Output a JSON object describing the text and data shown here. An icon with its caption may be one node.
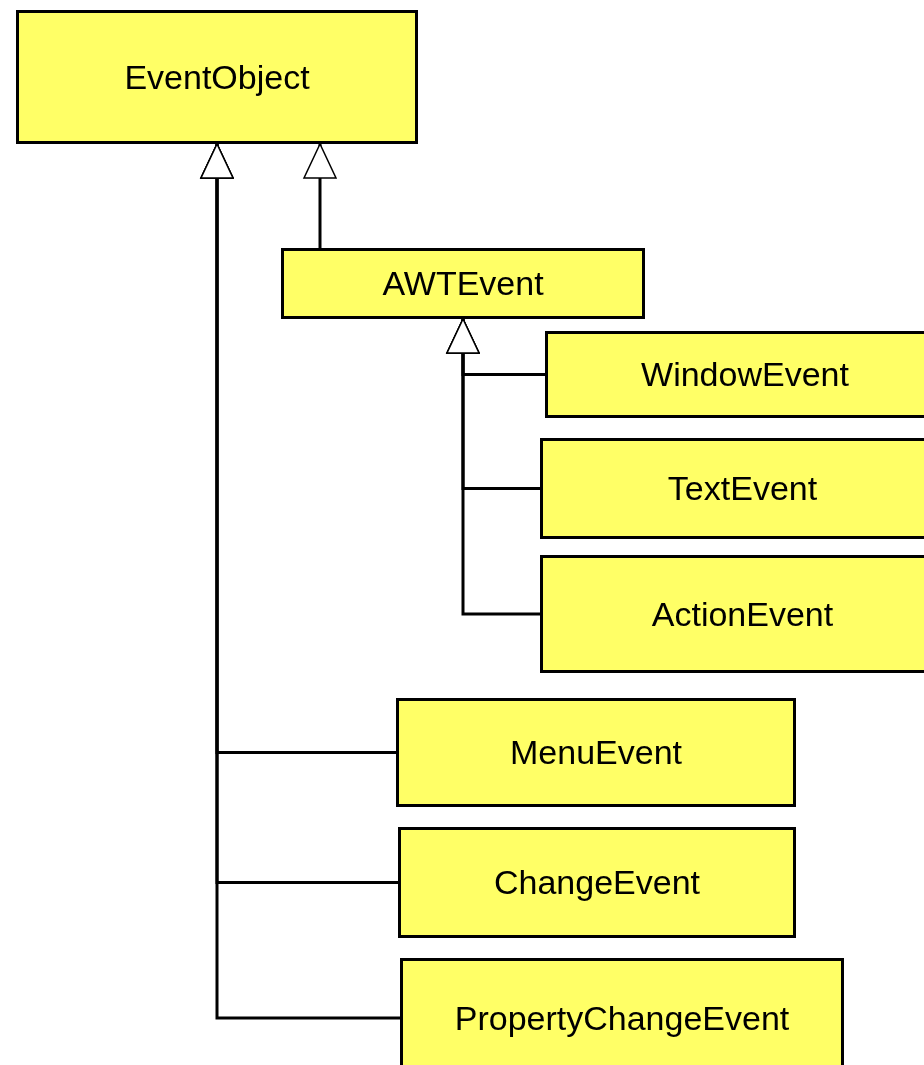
{
  "diagram": {
    "nodes": [
      {
        "text": [
          "EventObject"
        ]
      },
      {
        "text": [
          "AWTEvent"
        ]
      },
      {
        "text": [
          "WindowEvent"
        ]
      },
      {
        "text": [
          "TextEvent"
        ]
      },
      {
        "text": [
          "ActionEvent"
        ]
      },
      {
        "text": [
          "MenuEvent"
        ]
      },
      {
        "text": [
          "ChangeEvent"
        ]
      },
      {
        "text": [
          "PropertyChangeEvent"
        ]
      }
    ],
    "edges": [
      {
        "from": 1,
        "to": 0,
        "arrow": "to"
      },
      {
        "from": 2,
        "to": 1,
        "arrow": "to"
      },
      {
        "from": 3,
        "to": 1,
        "arrow": "to"
      },
      {
        "from": 4,
        "to": 1,
        "arrow": "to"
      },
      {
        "from": 5,
        "to": 0,
        "arrow": "to"
      },
      {
        "from": 6,
        "to": 0,
        "arrow": "to"
      },
      {
        "from": 7,
        "to": 0,
        "arrow": "to"
      }
    ]
  }
}
